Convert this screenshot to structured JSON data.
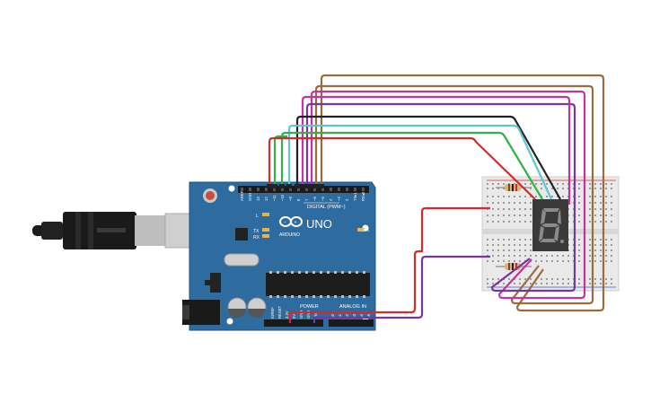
{
  "board": {
    "header_labels": [
      "AREF",
      "GND",
      "13",
      "12",
      "~11",
      "~10",
      "~9",
      "8",
      "7",
      "~6",
      "~5",
      "4",
      "~3",
      "2",
      "TX▸1",
      "RX◂0"
    ],
    "digital_label": "DIGITAL (PWM~)",
    "uno_label": "UNO",
    "logo_label": "ARDUINO",
    "led_l": "L",
    "led_tx": "TX",
    "led_rx": "RX",
    "on_label": "ON",
    "power_label": "POWER",
    "analog_label": "ANALOG IN",
    "power_pins": [
      "IOREF",
      "RESET",
      "3.3V",
      "5V",
      "GND",
      "GND",
      "Vin"
    ],
    "analog_pins": [
      "A0",
      "A1",
      "A2",
      "A3",
      "A4",
      "A5"
    ]
  },
  "display": {
    "digit": "8"
  },
  "colors": {
    "board": "#2e6b9e",
    "board_dark": "#1f5582",
    "wire_red": "#d42a2a",
    "wire_green": "#33b24a",
    "wire_cyan": "#5ac8d6",
    "wire_black": "#222222",
    "wire_magenta": "#c7339c",
    "wire_purple": "#7a35a0",
    "wire_brown": "#9a6b3c",
    "breadboard": "#e9e9e9",
    "display": "#3a3a3a",
    "segment": "#8a8a8a"
  }
}
